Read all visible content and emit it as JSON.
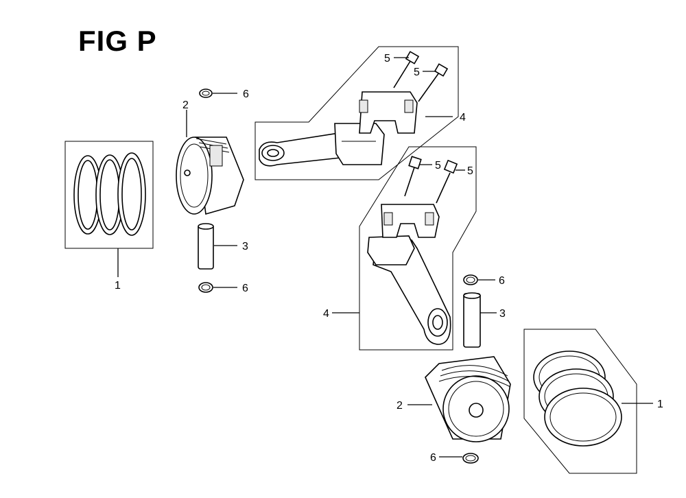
{
  "figure_title": "FIG P",
  "callouts": {
    "ring_set_left": "1",
    "ring_set_right": "1",
    "piston_left": "2",
    "piston_right": "2",
    "piston_pin_left": "3",
    "piston_pin_right": "3",
    "rod_top": "4",
    "rod_middle": "4",
    "bolt_top_a": "5",
    "bolt_top_b": "5",
    "bolt_mid_a": "5",
    "bolt_mid_b": "5",
    "clip_top_left": "6",
    "clip_bottom_left": "6",
    "clip_top_right": "6",
    "clip_bottom_right": "6"
  }
}
